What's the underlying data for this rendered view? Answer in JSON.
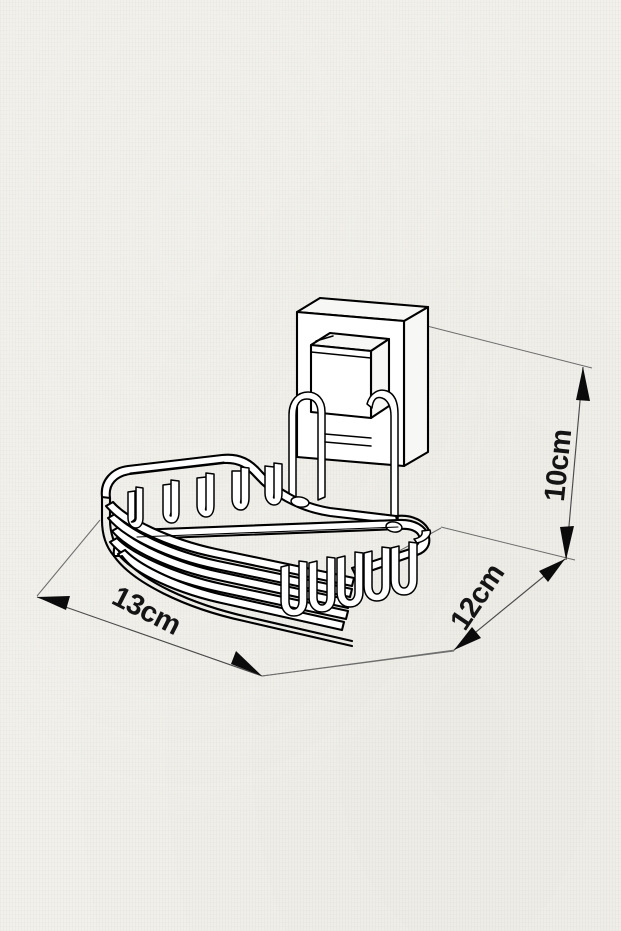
{
  "drawing": {
    "title": "Wire Soap Dish Wall Mount Technical Drawing",
    "product_name": "wall-mounted wire soap basket",
    "projection": "isometric",
    "background_color": "#f1f0eb",
    "line_color": "#000000",
    "fill_color": "#ffffff",
    "dimension_line_color": "#4a4a4a"
  },
  "dimensions": {
    "width": {
      "label": "13cm",
      "value": 13,
      "unit": "cm",
      "axis": "width",
      "rotation_deg": 27
    },
    "depth": {
      "label": "12cm",
      "value": 12,
      "unit": "cm",
      "axis": "depth",
      "rotation_deg": -56
    },
    "height": {
      "label": "10cm",
      "value": 10,
      "unit": "cm",
      "axis": "height",
      "rotation_deg": -84
    }
  },
  "parts": {
    "wall_plate": "wall-mount-plate",
    "mount_box": "raised-mount-box",
    "support_bracket": "u-shaped-support-bracket",
    "basket": "wire-basket-tray",
    "basket_rails": 5,
    "back_posts": 5,
    "front_hooks": 5
  },
  "icons": {
    "arrow": "dimension-arrowhead"
  }
}
